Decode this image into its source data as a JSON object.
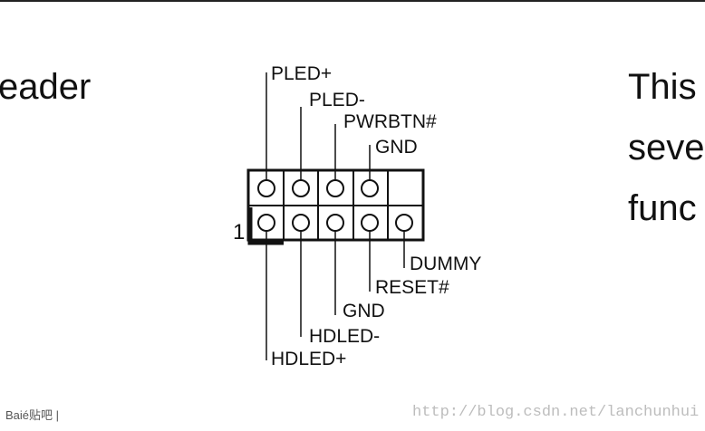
{
  "left_text": "eader",
  "right_text": [
    "This",
    "seve",
    "func"
  ],
  "header": {
    "pin1_marker": "1",
    "top_row": [
      "PLED+",
      "PLED-",
      "PWRBTN#",
      "GND"
    ],
    "bottom_row": [
      "HDLED+",
      "HDLED-",
      "GND",
      "RESET#",
      "DUMMY"
    ]
  },
  "watermark": {
    "left": "Baié贴吧 |",
    "right": "http://blog.csdn.net/lanchunhui"
  }
}
